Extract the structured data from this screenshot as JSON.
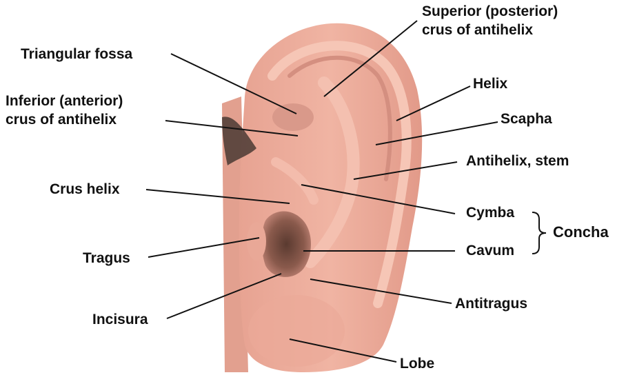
{
  "labels": {
    "superior_crus": "Superior (posterior)",
    "superior_crus_2": "crus of antihelix",
    "triangular_fossa": "Triangular fossa",
    "inferior_crus": "Inferior (anterior)",
    "inferior_crus_2": "crus of antihelix",
    "helix": "Helix",
    "scapha": "Scapha",
    "antihelix_stem": "Antihelix, stem",
    "crus_helix": "Crus helix",
    "cymba": "Cymba",
    "cavum": "Cavum",
    "concha": "Concha",
    "tragus": "Tragus",
    "incisura": "Incisura",
    "antitragus": "Antitragus",
    "lobe": "Lobe"
  },
  "colors": {
    "skin": "#e9a897",
    "skin_light": "#f2c0b0",
    "skin_shadow": "#c9857a",
    "concha_dark": "#6e4a3e",
    "hair": "#4a3a34",
    "leader_line": "#111111"
  }
}
